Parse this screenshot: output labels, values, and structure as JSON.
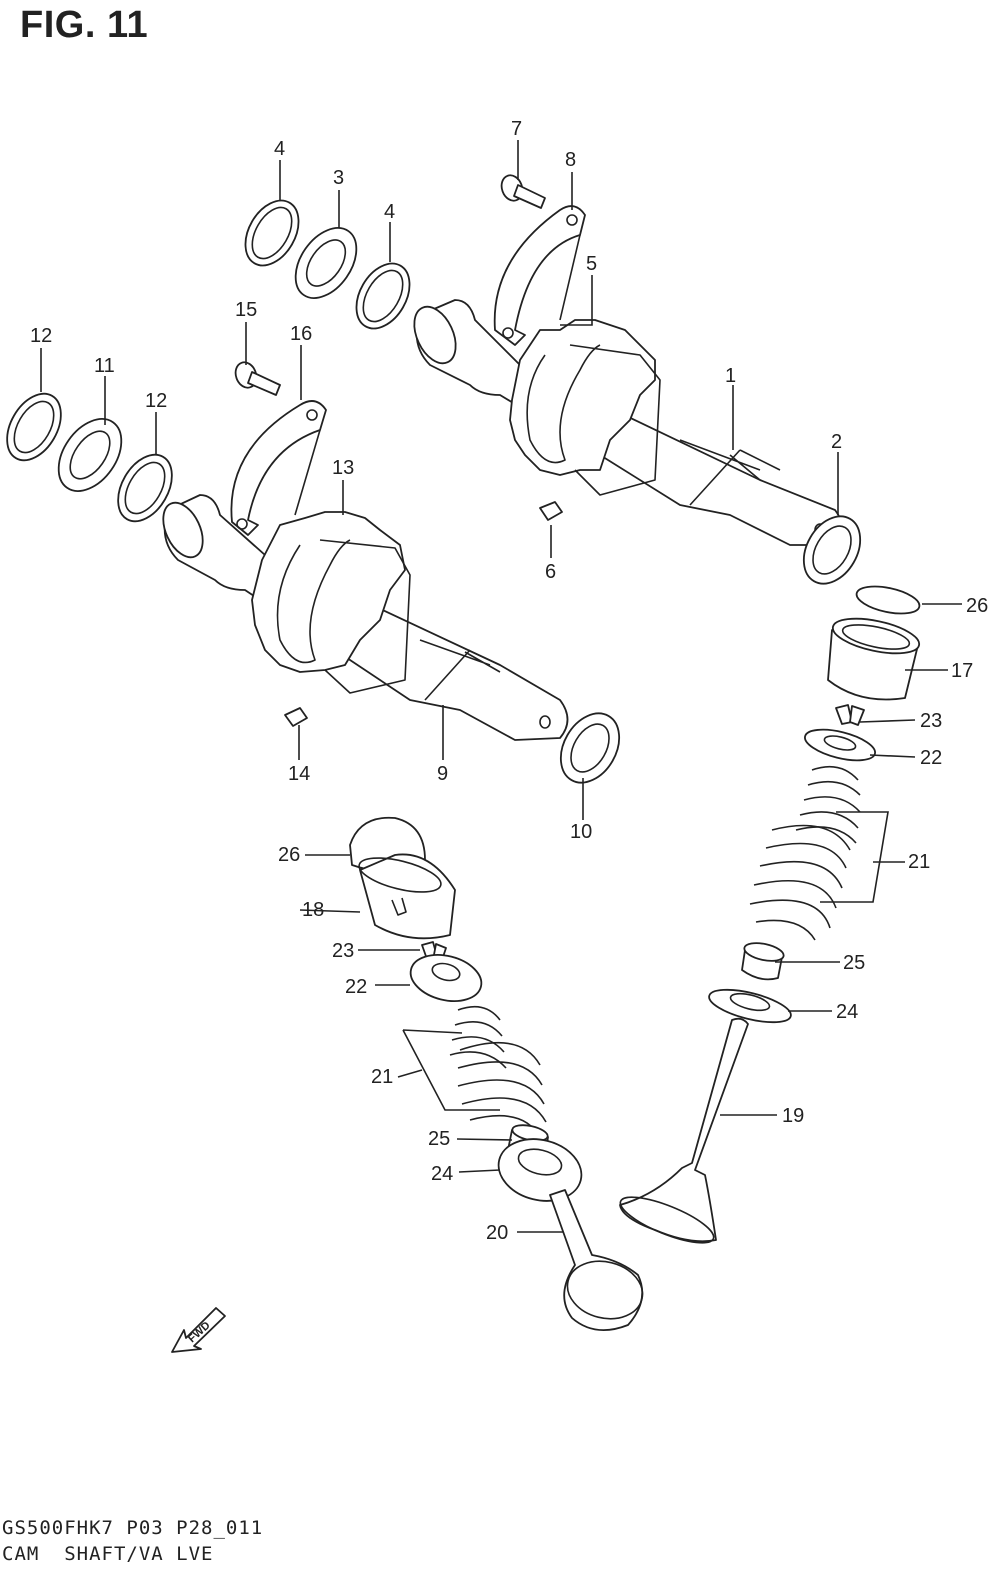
{
  "title": "FIG. 11",
  "footer": {
    "code": "GS500FHK7 P03 P28_011",
    "caption": "CAM  SHAFT/VA LVE"
  },
  "fwd_label": "FWD",
  "callouts": [
    "1",
    "2",
    "3",
    "4",
    "4",
    "5",
    "6",
    "7",
    "8",
    "9",
    "10",
    "11",
    "12",
    "12",
    "13",
    "14",
    "15",
    "16",
    "17",
    "18",
    "19",
    "20",
    "21",
    "21",
    "22",
    "22",
    "23",
    "23",
    "24",
    "24",
    "25",
    "25",
    "26",
    "26"
  ]
}
